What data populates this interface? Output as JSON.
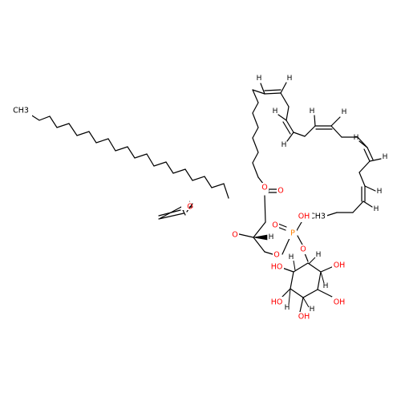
{
  "molecule": {
    "atoms": {
      "methyl": "CH3",
      "ethyl": "CH3",
      "ester_o1": "O",
      "carbonyl_o1": "O",
      "ester_o2": "O",
      "carbonyl_o2": "O",
      "glycerol_h": "H",
      "glycerol_o": "O",
      "p_atom": "P",
      "p_oh": "OH",
      "p_o_double": "O",
      "p_o_ring": "O",
      "ring_h1": "H",
      "ring_h2": "H",
      "ring_h3": "H",
      "ring_h4": "H",
      "ring_h5": "H",
      "oh1": "HO",
      "oh2": "HO",
      "oh3": "OH",
      "oh4": "OH",
      "oh5": "OH",
      "vinyl_h1": "H",
      "vinyl_h2": "H",
      "vinyl_h3": "H",
      "vinyl_h4": "H",
      "vinyl_h5": "H",
      "vinyl_h6": "H",
      "vinyl_h7": "H",
      "vinyl_h8": "H",
      "vinyl_h9": "H",
      "vinyl_h10": "H"
    },
    "colors": {
      "bond": "#000000",
      "oxygen": "#ff0000",
      "phosphorus": "#ff8000",
      "carbon": "#000000"
    }
  }
}
